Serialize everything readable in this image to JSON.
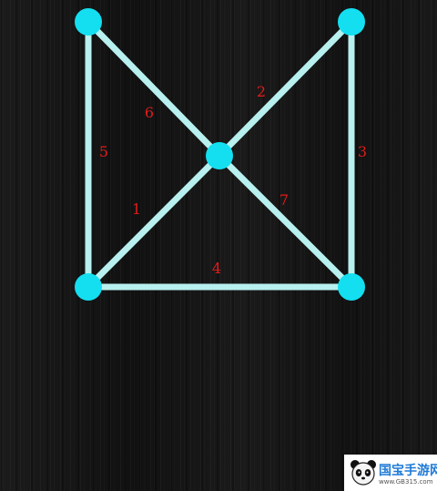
{
  "colors": {
    "line": "#b7f0ee",
    "node": "#13dff0",
    "number": "#e21b1b"
  },
  "puzzle": {
    "nodes": [
      {
        "id": "top-left"
      },
      {
        "id": "top-right"
      },
      {
        "id": "center"
      },
      {
        "id": "bottom-left"
      },
      {
        "id": "bottom-right"
      }
    ],
    "edges": [
      {
        "label": "1",
        "from": "bottom-left",
        "to": "center"
      },
      {
        "label": "2",
        "from": "center",
        "to": "top-right"
      },
      {
        "label": "3",
        "from": "top-right",
        "to": "bottom-right"
      },
      {
        "label": "4",
        "from": "bottom-left",
        "to": "bottom-right"
      },
      {
        "label": "5",
        "from": "top-left",
        "to": "bottom-left"
      },
      {
        "label": "6",
        "from": "top-left",
        "to": "center"
      },
      {
        "label": "7",
        "from": "center",
        "to": "bottom-right"
      }
    ]
  },
  "watermark": {
    "brand": "国宝手游网",
    "url": "www.GB315.com"
  }
}
